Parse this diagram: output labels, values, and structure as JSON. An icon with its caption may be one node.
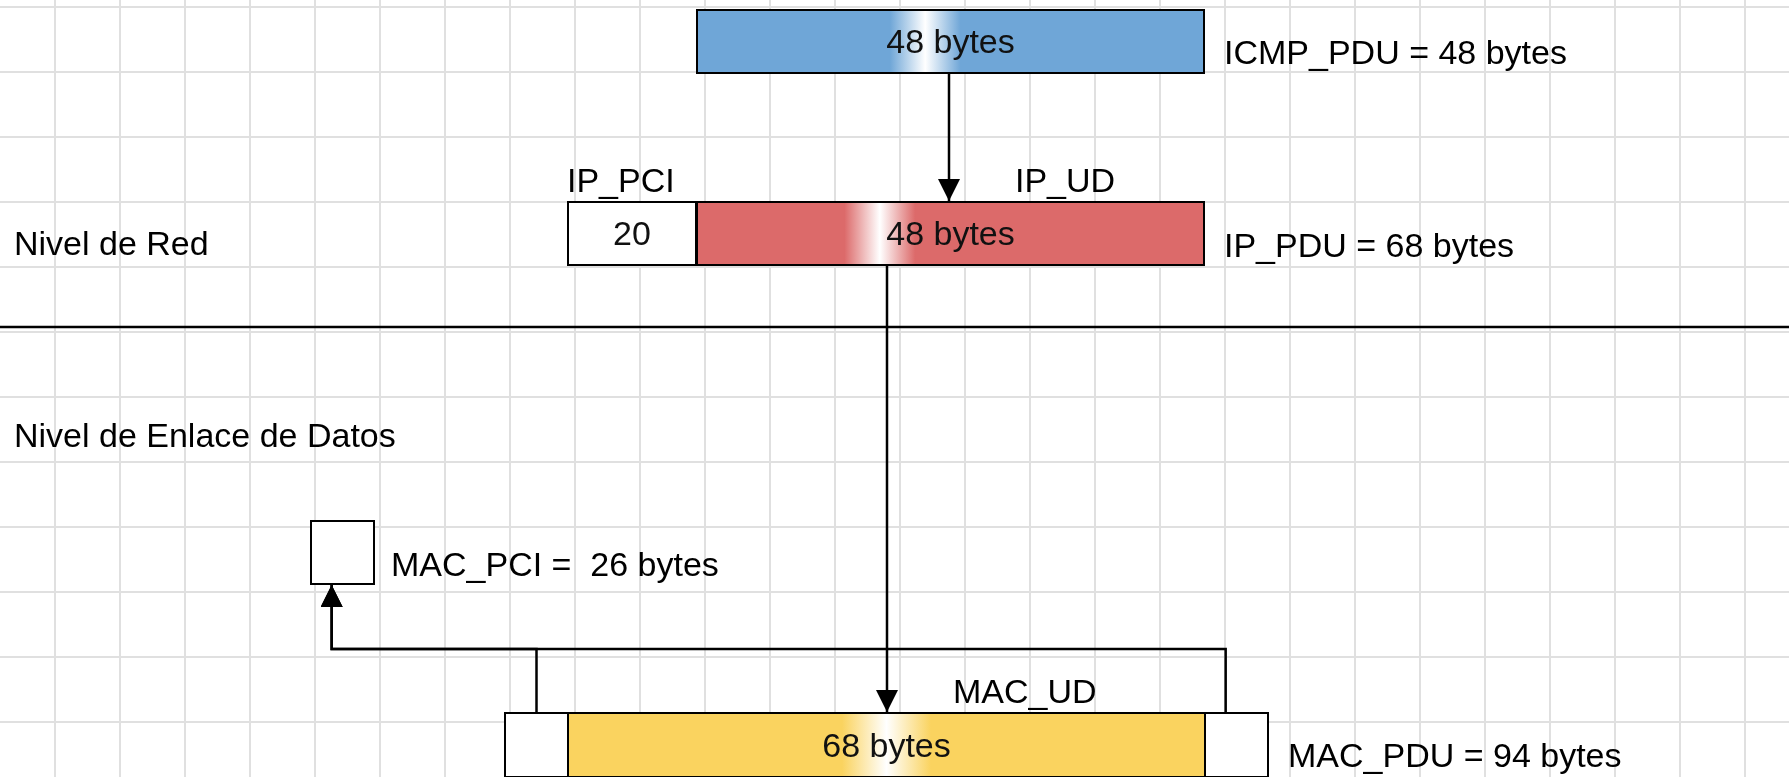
{
  "diagram": {
    "nodes": [
      {
        "text": [
          "48 bytes"
        ],
        "beside": [
          "ICMP_PDU = 48 bytes"
        ]
      },
      {
        "text": [
          "20"
        ],
        "beside": [
          "IP_PCI"
        ]
      },
      {
        "text": [
          "48 bytes"
        ],
        "beside": [
          "IP_UD",
          "IP_PDU = 68 bytes"
        ]
      },
      {
        "text": [],
        "shape": "box",
        "beside": [
          "MAC_PCI =  26 bytes"
        ]
      },
      {
        "text": [],
        "shape": "box"
      },
      {
        "text": [
          "68 bytes"
        ],
        "beside": [
          "MAC_UD"
        ]
      },
      {
        "text": [],
        "shape": "box"
      }
    ],
    "edges": [
      {
        "from": 0,
        "to": 2,
        "arrow": "to"
      },
      {
        "from": 2,
        "to": 5,
        "arrow": "to"
      },
      {
        "from": 4,
        "to": 3,
        "arrow": "to"
      },
      {
        "from": 6,
        "to": 3,
        "arrow": "to"
      }
    ],
    "labels": [
      "Nivel de Red",
      "Nivel de Enlace de Datos",
      "MAC_PDU = 94 bytes"
    ]
  }
}
